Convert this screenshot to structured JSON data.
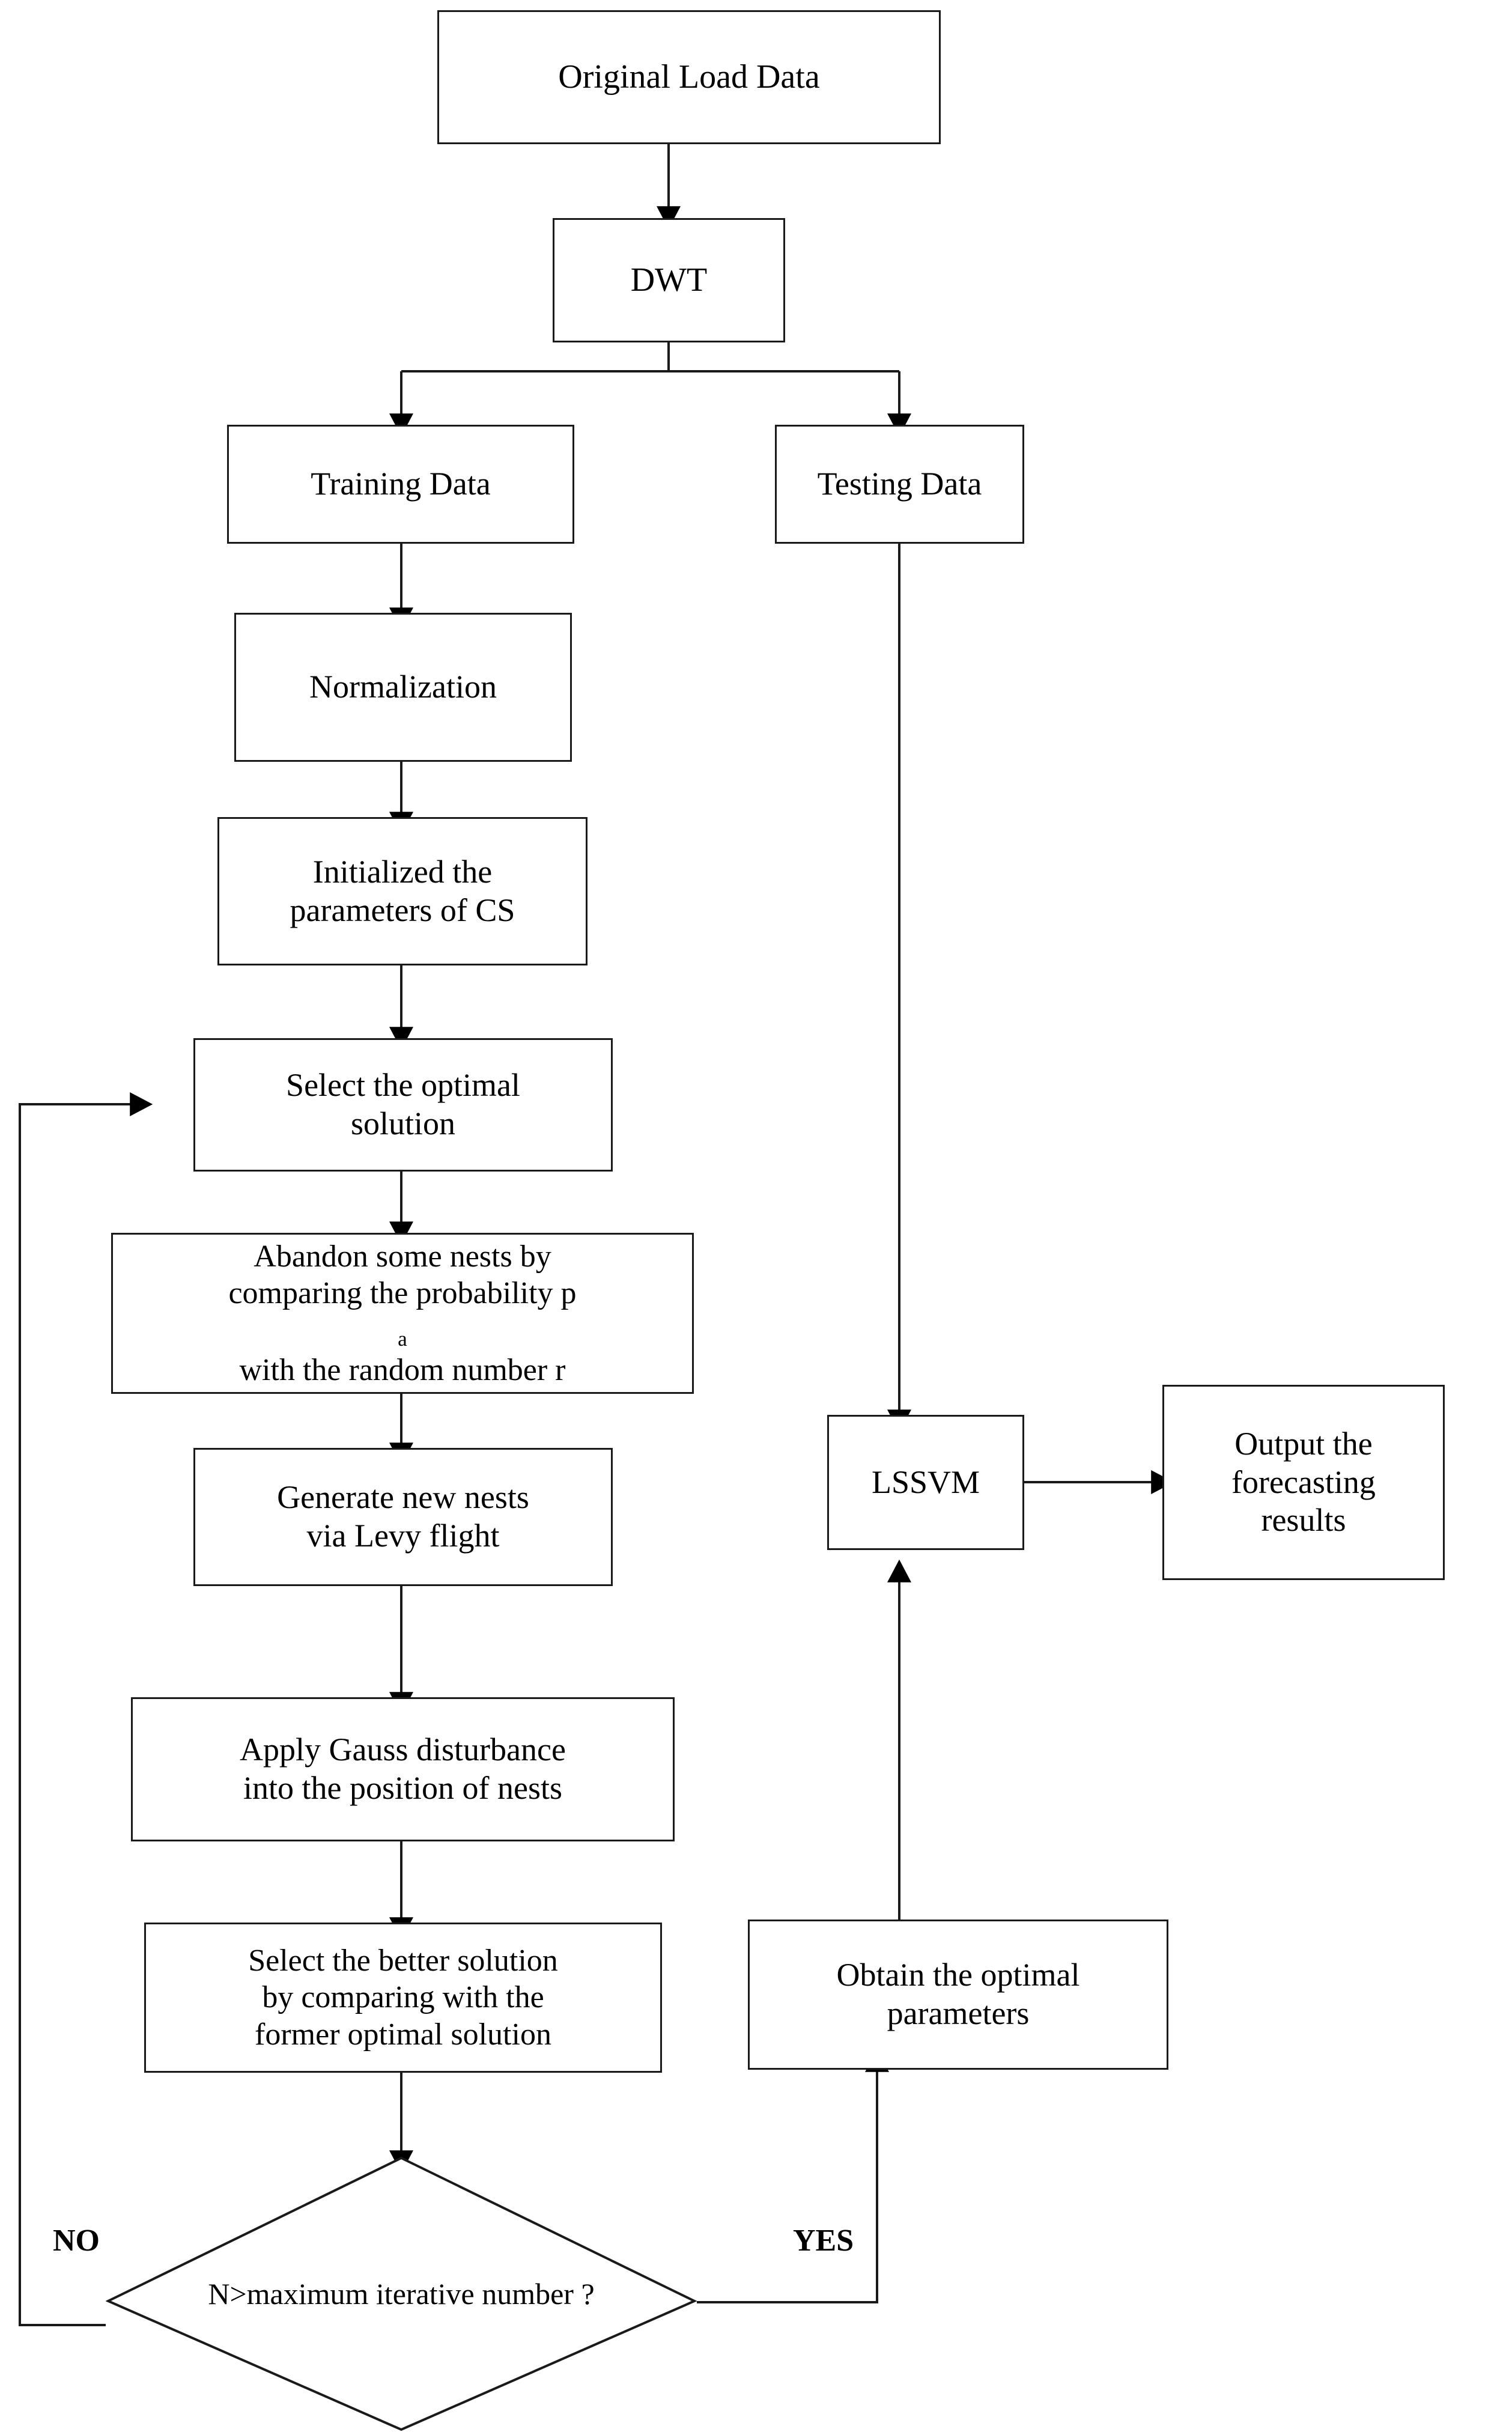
{
  "diagram": {
    "type": "flowchart",
    "title": "CS-LSSVM load forecasting flowchart",
    "nodes": {
      "original_load_data": "Original Load Data",
      "dwt": "DWT",
      "training_data": "Training Data",
      "testing_data": "Testing Data",
      "normalization": "Normalization",
      "init_cs_line1": "Initialized the",
      "init_cs_line2": "parameters of CS",
      "select_optimal_line1": "Select the optimal",
      "select_optimal_line2": "solution",
      "abandon_line1": "Abandon some nests by",
      "abandon_line2_pre": "comparing the probability p",
      "abandon_line2_sub": "a",
      "abandon_line3": "with the random number r",
      "generate_line1": "Generate new nests",
      "generate_line2": "via Levy flight",
      "gauss_line1": "Apply Gauss disturbance",
      "gauss_line2": "into the position of nests",
      "better_line1": "Select the better solution",
      "better_line2": "by comparing with the",
      "better_line3": "former optimal solution",
      "decision_line1": "N>maximum iterative",
      "decision_line2": "number ?",
      "obtain_line1": "Obtain the optimal",
      "obtain_line2": "parameters",
      "lssvm": "LSSVM",
      "output_line1": "Output the",
      "output_line2": "forecasting",
      "output_line3": "results"
    },
    "edge_labels": {
      "no": "NO",
      "yes": "YES"
    },
    "colors": {
      "stroke": "#1a1a1a",
      "background": "#ffffff",
      "text": "#000000"
    }
  }
}
